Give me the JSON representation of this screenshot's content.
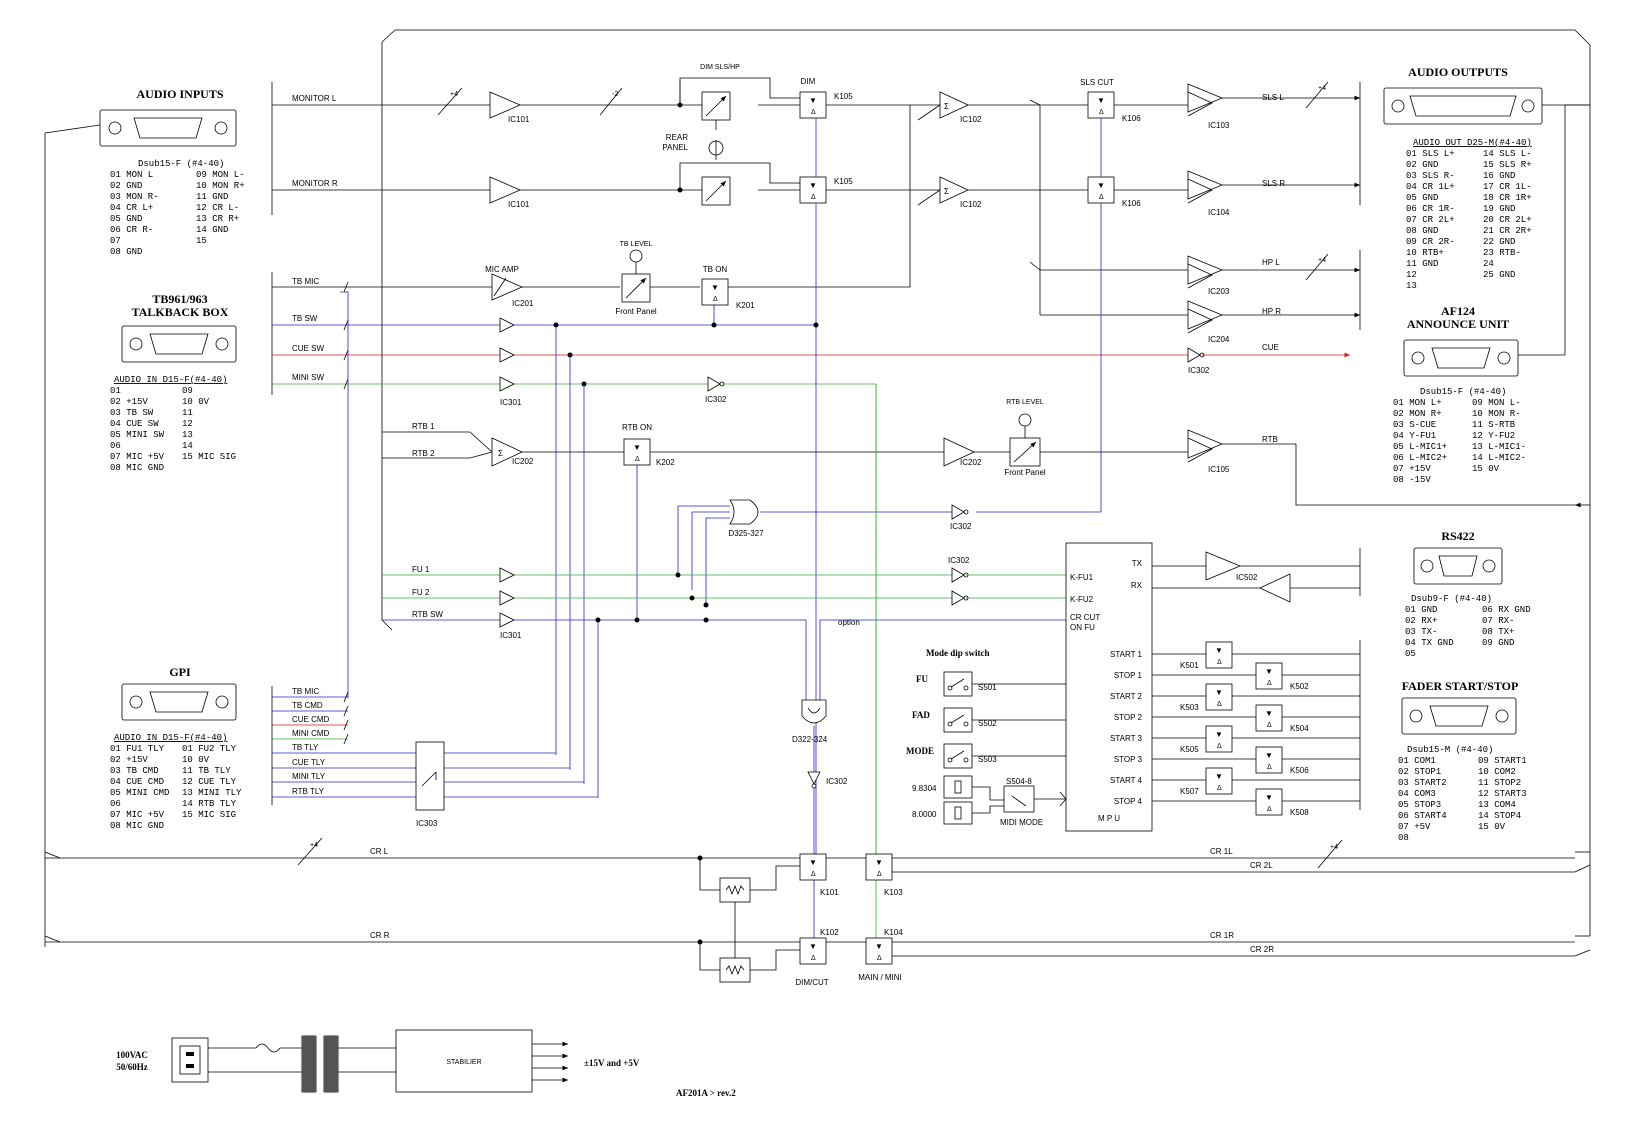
{
  "connectors": {
    "audio_inputs": {
      "title": "AUDIO INPUTS",
      "type": "Dsub15-F (#4-40)",
      "pins_left": [
        "01 MON L",
        "02 GND",
        "03 MON R-",
        "04 CR L+",
        "05 GND",
        "06 CR R-",
        "07",
        "08 GND"
      ],
      "pins_right": [
        "09 MON L-",
        "10 MON R+",
        "11 GND",
        "12 CR L-",
        "13 CR R+",
        "14 GND",
        "15"
      ]
    },
    "talkback": {
      "title1": "TB961/963",
      "title2": "TALKBACK BOX",
      "type": "AUDIO IN D15-F(#4-40)",
      "pins_left": [
        "01",
        "02 +15V",
        "03 TB SW",
        "04 CUE SW",
        "05 MINI SW",
        "06",
        "07 MIC +5V",
        "08 MIC GND"
      ],
      "pins_right": [
        "09",
        "10 0V",
        "11",
        "12",
        "13",
        "14",
        "15 MIC SIG"
      ]
    },
    "gpi": {
      "title": "GPI",
      "type": "AUDIO IN D15-F(#4-40)",
      "pins_left": [
        "01 FU1 TLY",
        "02 +15V",
        "03 TB CMD",
        "04 CUE CMD",
        "05 MINI CMD",
        "06",
        "07 MIC +5V",
        "08 MIC GND"
      ],
      "pins_right": [
        "01 FU2 TLY",
        "10 0V",
        "11 TB TLY",
        "12 CUE TLY",
        "13 MINI TLY",
        "14 RTB TLY",
        "15 MIC SIG"
      ]
    },
    "audio_outputs": {
      "title": "AUDIO OUTPUTS",
      "type": "AUDIO OUT D25-M(#4-40)",
      "pins_left": [
        "01 SLS L+",
        "02 GND",
        "03 SLS R-",
        "04 CR 1L+",
        "05 GND",
        "06 CR 1R-",
        "07 CR 2L+",
        "08 GND",
        "09 CR 2R-",
        "10 RTB+",
        "11 GND",
        "12",
        "13"
      ],
      "pins_right": [
        "14 SLS L-",
        "15 SLS R+",
        "16 GND",
        "17 CR 1L-",
        "18 CR 1R+",
        "19 GND",
        "20 CR 2L+",
        "21 CR 2R+",
        "22 GND",
        "23 RTB-",
        "24",
        "25 GND"
      ]
    },
    "af124": {
      "title1": "AF124",
      "title2": "ANNOUNCE UNIT",
      "type": "Dsub15-F (#4-40)",
      "pins_left": [
        "01 MON L+",
        "02 MON R+",
        "03 S-CUE",
        "04 Y-FU1",
        "05 L-MIC1+",
        "06 L-MIC2+",
        "07 +15V",
        "08 -15V"
      ],
      "pins_right": [
        "09 MON L-",
        "10 MON R-",
        "11 S-RTB",
        "12 Y-FU2",
        "13 L-MIC1-",
        "14 L-MIC2-",
        "15 0V"
      ]
    },
    "rs422": {
      "title": "RS422",
      "type": "Dsub9-F (#4-40)",
      "pins_left": [
        "01 GND",
        "02 RX+",
        "03 TX-",
        "04 TX GND",
        "05"
      ],
      "pins_right": [
        "06 RX GND",
        "07 RX-",
        "08 TX+",
        "09 GND"
      ]
    },
    "fader": {
      "title": "FADER START/STOP",
      "type": "Dsub15-M (#4-40)",
      "pins_left": [
        "01 COM1",
        "02 STOP1",
        "03 START2",
        "04 COM3",
        "05 STOP3",
        "06 START4",
        "07 +5V",
        "08"
      ],
      "pins_right": [
        "09 START1",
        "10 COM2",
        "11 STOP2",
        "12 START3",
        "13 COM4",
        "14 STOP4",
        "15 0V"
      ]
    }
  },
  "signals": {
    "monitor_l": "MONITOR L",
    "monitor_r": "MONITOR R",
    "tb_mic": "TB MIC",
    "tb_sw": "TB SW",
    "cue_sw": "CUE SW",
    "mini_sw": "MINI SW",
    "rtb1": "RTB 1",
    "rtb2": "RTB 2",
    "fu1": "FU 1",
    "fu2": "FU 2",
    "rtb_sw": "RTB SW",
    "cr_l": "CR L",
    "cr_r": "CR R",
    "cr1l": "CR 1L",
    "cr2l": "CR 2L",
    "cr1r": "CR 1R",
    "cr2r": "CR 2R",
    "sls_l": "SLS L",
    "sls_r": "SLS R",
    "hp_l": "HP L",
    "hp_r": "HP R",
    "cue": "CUE",
    "rtb": "RTB",
    "option": "option",
    "gpi_lines": [
      "TB MIC",
      "TB CMD",
      "CUE CMD",
      "MINI CMD",
      "TB TLY",
      "CUE TLY",
      "MINI TLY",
      "RTB TLY"
    ]
  },
  "blocks": {
    "dim_sls_hp": "DIM SLS/HP",
    "dim": "DIM",
    "rear_panel": [
      "REAR",
      "PANEL"
    ],
    "sls_cut": "SLS CUT",
    "tb_level": "TB LEVEL",
    "mic_amp": "MIC AMP",
    "tb_on": "TB ON",
    "front_panel": "Front Panel",
    "rtb_on": "RTB ON",
    "rtb_level": "RTB LEVEL",
    "mode_dip": "Mode dip switch",
    "fu": "FU",
    "fad": "FAD",
    "mode": "MODE",
    "crystal1": "9.8304",
    "crystal2": "8.0000",
    "midi_mode": "MIDI MODE",
    "mpu": "M P U",
    "mpu_tx": "TX",
    "mpu_rx": "RX",
    "kfu1": "K-FU1",
    "kfu2": "K-FU2",
    "crcut": [
      "CR CUT",
      "ON FU"
    ],
    "mpu_outs": [
      "START 1",
      "STOP 1",
      "START 2",
      "STOP 2",
      "START 3",
      "STOP 3",
      "START 4",
      "STOP 4"
    ],
    "dimcut": "DIM/CUT",
    "main_mini": "MAIN / MINI",
    "mains": [
      "100VAC",
      "50/60Hz"
    ],
    "stabilier": "STABILIER",
    "supply": "±15V and +5V",
    "revision": "AF201A > rev.2",
    "sum": "Σ",
    "gain_marks": [
      "+4",
      "-2",
      "+4",
      "+4",
      "+4",
      "+4"
    ]
  },
  "refs": {
    "ic101": "IC101",
    "ic102": "IC102",
    "ic103": "IC103",
    "ic104": "IC104",
    "ic105": "IC105",
    "ic201": "IC201",
    "ic202": "IC202",
    "ic203": "IC203",
    "ic204": "IC204",
    "ic301": "IC301",
    "ic302": "IC302",
    "ic303": "IC303",
    "ic502": "IC502",
    "k101": "K101",
    "k102": "K102",
    "k103": "K103",
    "k104": "K104",
    "k105": "K105",
    "k106": "K106",
    "k201": "K201",
    "k202": "K202",
    "k501": "K501",
    "k502": "K502",
    "k503": "K503",
    "k504": "K504",
    "k505": "K505",
    "k506": "K506",
    "k507": "K507",
    "k508": "K508",
    "s501": "S501",
    "s502": "S502",
    "s503": "S503",
    "s504": "S504-8",
    "d325": "D325-327",
    "d322": "D322-324"
  }
}
